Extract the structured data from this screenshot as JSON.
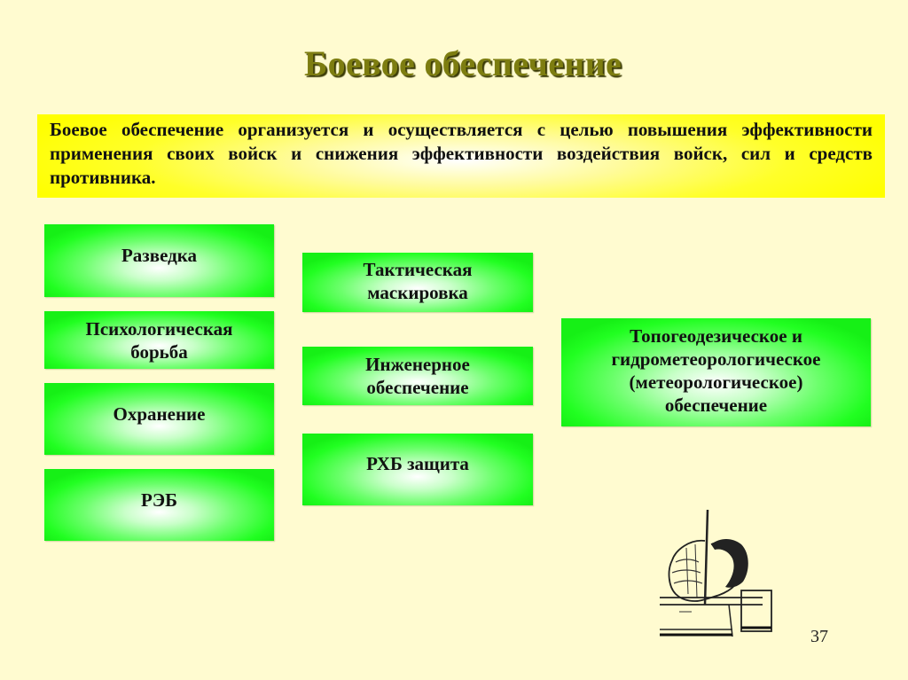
{
  "slide": {
    "title": "Боевое обеспечение",
    "intro_text": "Боевое обеспечение организуется и осуществляется с целью повышения эффективности применения своих войск и снижения эффективности воздействия войск, сил и средств противника.",
    "page_number": "37",
    "colors": {
      "background": "#fffbd0",
      "title": "#7d7d10",
      "intro_box": "#ffff00",
      "category_box": "#21ff21"
    },
    "columns": {
      "left": [
        {
          "label": "Разведка"
        },
        {
          "label": "Психологическая борьба"
        },
        {
          "label": "Охранение"
        },
        {
          "label": "РЭБ"
        }
      ],
      "middle": [
        {
          "label": "Тактическая маскировка"
        },
        {
          "label": "Инженерное обеспечение"
        },
        {
          "label": "РХБ защита"
        }
      ],
      "right": [
        {
          "label": "Топогеодезическое и гидрометеорологическое (метеорологическое) обеспечение"
        }
      ]
    },
    "illustration": "hand-drawing-icon"
  }
}
